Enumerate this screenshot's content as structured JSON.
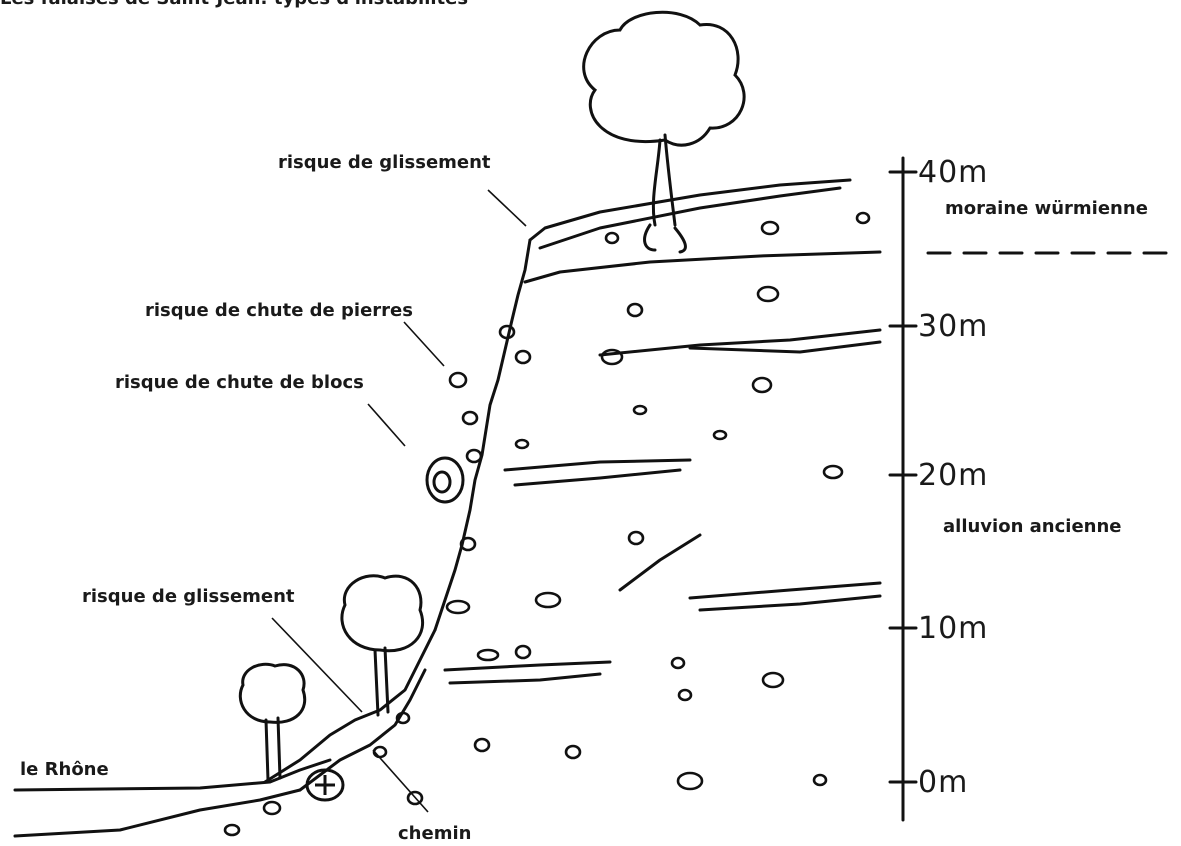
{
  "title": "Les falaises de Saint-Jean: types d'instabilités",
  "annotations": {
    "slide_top": "risque de glissement",
    "rockfall_small": "risque de chute de pierres",
    "rockfall_blocks": "risque de chute de blocs",
    "slide_bottom": "risque de glissement",
    "river": "le Rhône",
    "path": "chemin"
  },
  "layers": {
    "top": "moraine würmienne",
    "main": "alluvion ancienne"
  },
  "scale": {
    "ticks": [
      "40m",
      "30m",
      "20m",
      "10m",
      "0m"
    ]
  },
  "icons": [
    "tree-icon",
    "pebble-icon",
    "boulder-icon"
  ]
}
